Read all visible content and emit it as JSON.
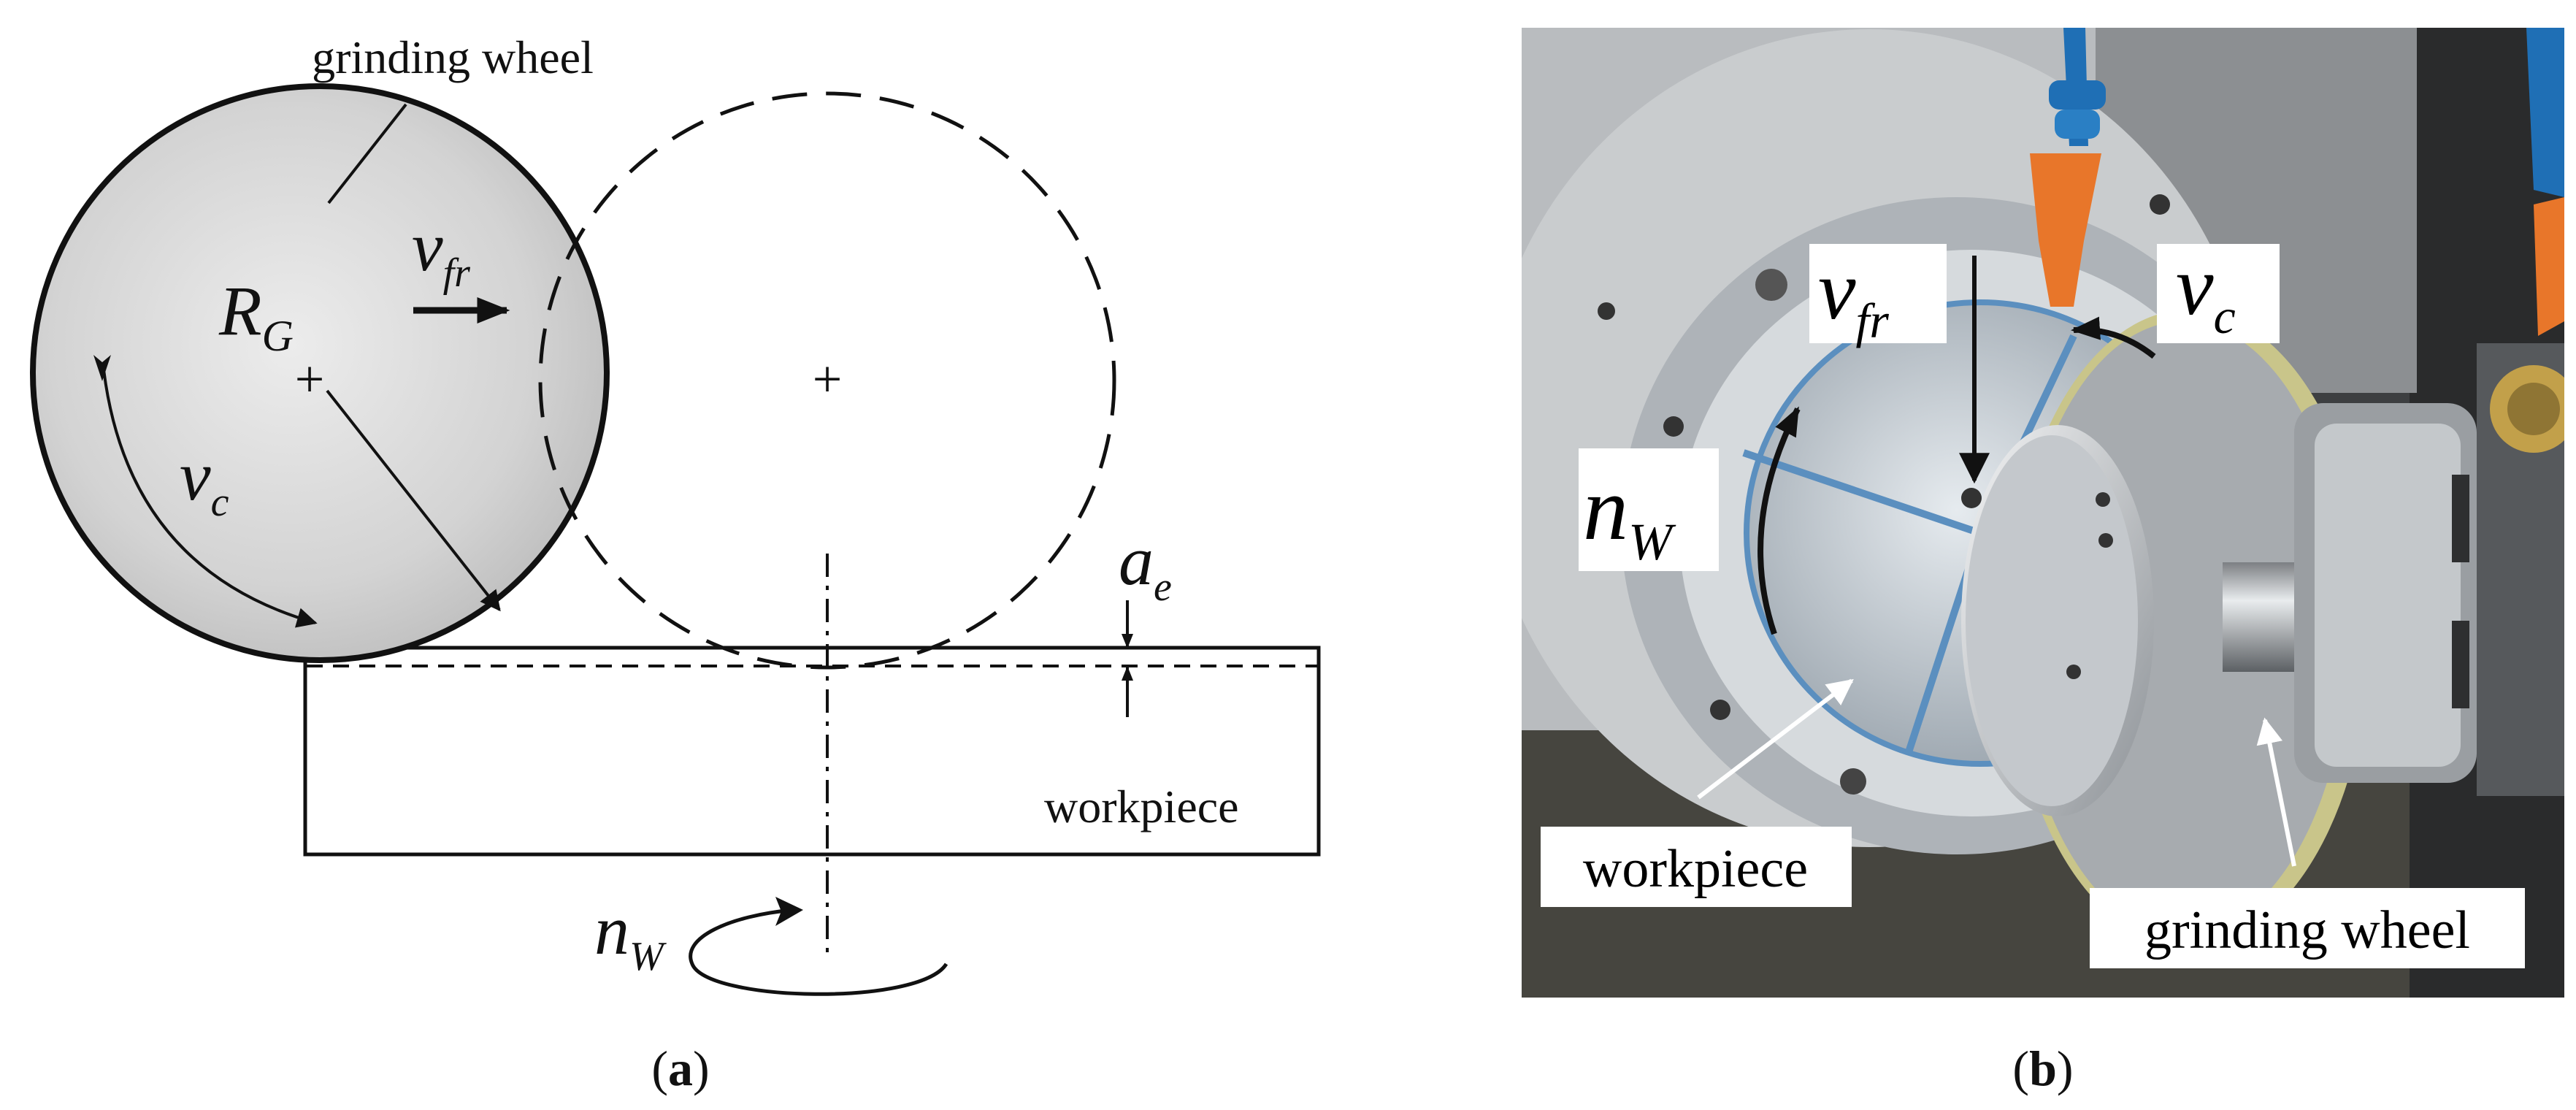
{
  "panel_a": {
    "caption_open": "(",
    "caption_letter": "a",
    "caption_close": ")",
    "label_grinding_wheel": "grinding wheel",
    "label_workpiece": "workpiece",
    "sym_RG_main": "R",
    "sym_RG_sub": "G",
    "sym_vfr_main": "v",
    "sym_vfr_sub": "fr",
    "sym_vc_main": "v",
    "sym_vc_sub": "c",
    "sym_ae_main": "a",
    "sym_ae_sub": "e",
    "sym_nW_main": "n",
    "sym_nW_sub": "W",
    "center_mark": "+"
  },
  "panel_b": {
    "caption_open": "(",
    "caption_letter": "b",
    "caption_close": ")",
    "sym_vfr_main": "v",
    "sym_vfr_sub": "fr",
    "sym_vc_main": "v",
    "sym_vc_sub": "c",
    "sym_nW_main": "n",
    "sym_nW_sub": "W",
    "label_workpiece": "workpiece",
    "label_grinding_wheel": "grinding wheel"
  },
  "colors": {
    "wheel_fill": "#cfcfcf",
    "nozzle_blue": "#1f6fb5",
    "nozzle_orange": "#e8762a",
    "wheel_rim": "#c9c58a"
  }
}
